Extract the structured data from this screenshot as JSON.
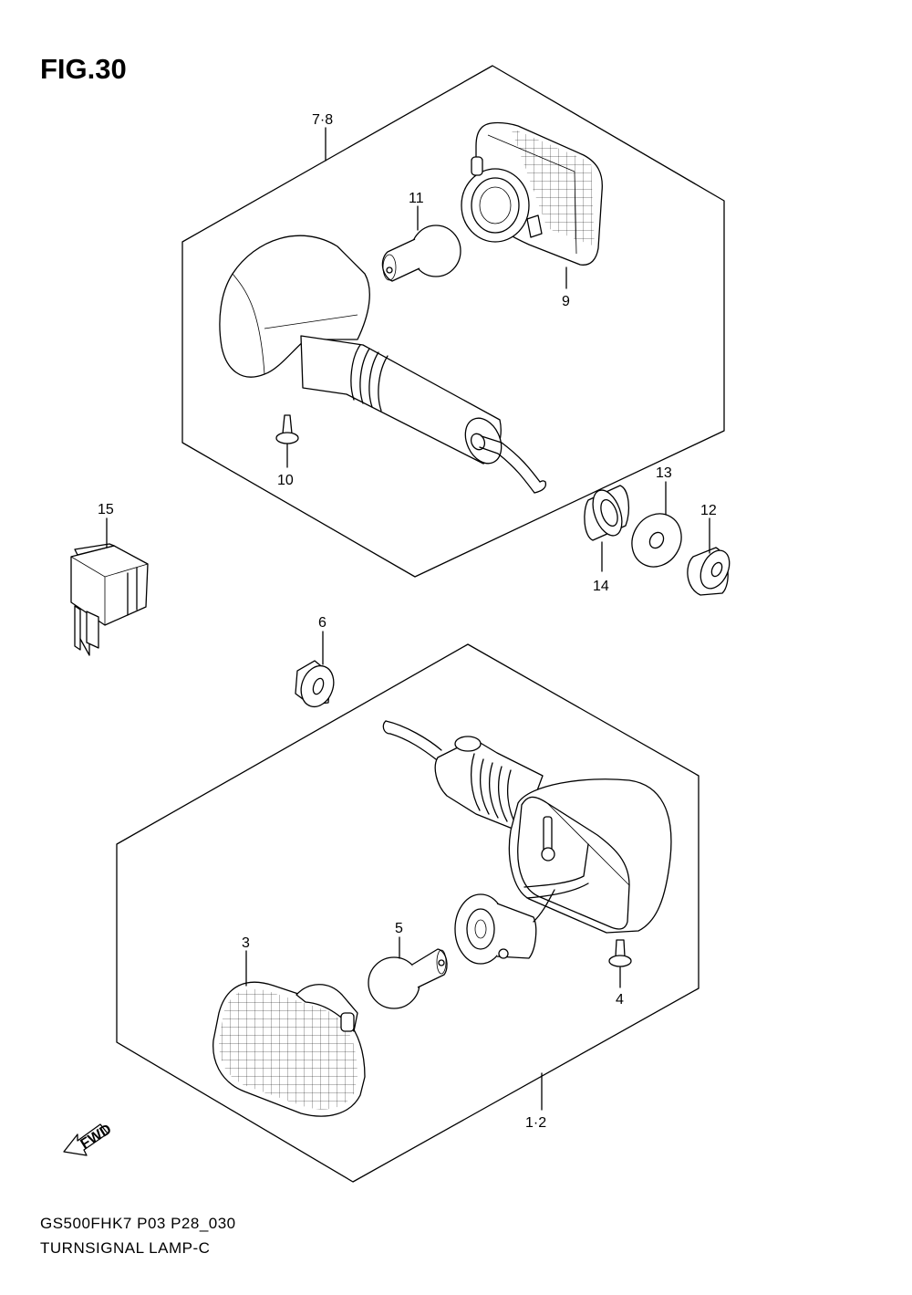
{
  "figure": {
    "title": "FIG.30",
    "model_code": "GS500FHK7 P03 P28_030",
    "diagram_name": "TURNSIGNAL LAMP-C",
    "fwd_label": "FWD"
  },
  "callouts": [
    {
      "id": "7-8",
      "label": "7·8"
    },
    {
      "id": "11",
      "label": "11"
    },
    {
      "id": "9",
      "label": "9"
    },
    {
      "id": "10",
      "label": "10"
    },
    {
      "id": "15",
      "label": "15"
    },
    {
      "id": "13",
      "label": "13"
    },
    {
      "id": "12",
      "label": "12"
    },
    {
      "id": "14",
      "label": "14"
    },
    {
      "id": "6",
      "label": "6"
    },
    {
      "id": "3",
      "label": "3"
    },
    {
      "id": "5",
      "label": "5"
    },
    {
      "id": "4",
      "label": "4"
    },
    {
      "id": "1-2",
      "label": "1·2"
    }
  ]
}
